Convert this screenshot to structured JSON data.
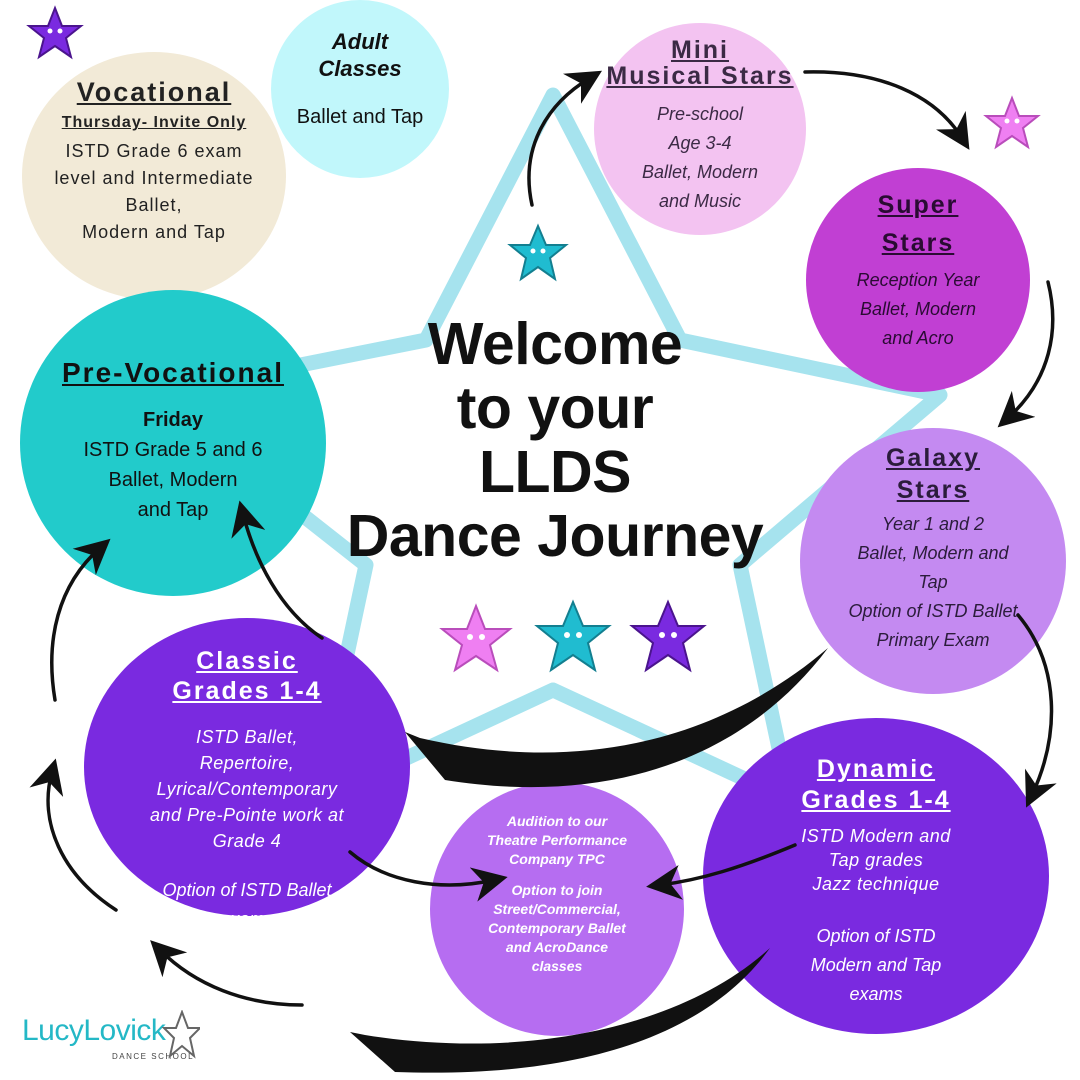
{
  "welcome": {
    "line1": "Welcome",
    "line2": "to your",
    "line3": "LLDS",
    "line4": "Dance Journey"
  },
  "adult": {
    "title_line1": "Adult",
    "title_line2": "Classes",
    "text": "Ballet and Tap"
  },
  "vocational": {
    "title": "Vocational",
    "subtitle": "Thursday- Invite Only",
    "lines": [
      "ISTD Grade 6 exam",
      "level and Intermediate",
      "Ballet,",
      "Modern and Tap"
    ]
  },
  "mini": {
    "title_line1": "Mini",
    "title_line2": "Musical Stars",
    "lines": [
      "Pre-school",
      "Age 3-4",
      "Ballet, Modern",
      "and Music"
    ]
  },
  "super": {
    "title_line1": "Super",
    "title_line2": "Stars",
    "lines": [
      "Reception Year",
      "Ballet, Modern",
      "and Acro"
    ]
  },
  "galaxy": {
    "title_line1": "Galaxy",
    "title_line2": "Stars",
    "lines": [
      "Year 1 and 2",
      "Ballet, Modern and",
      "Tap",
      "Option of ISTD Ballet",
      "Primary Exam"
    ]
  },
  "dynamic": {
    "title_line1": "Dynamic",
    "title_line2": "Grades 1-4",
    "lines": [
      "ISTD Modern and",
      "Tap grades",
      "Jazz technique"
    ],
    "option_lines": [
      "Option of ISTD",
      "Modern and Tap",
      "exams"
    ]
  },
  "classic": {
    "title_line1": "Classic",
    "title_line2": "Grades 1-4",
    "lines": [
      "ISTD Ballet,",
      "Repertoire,",
      "Lyrical/Contemporary",
      "and Pre-Pointe work at",
      "Grade 4"
    ],
    "option_lines": [
      "Option of ISTD Ballet",
      "exams"
    ]
  },
  "prevoc": {
    "title": "Pre-Vocational",
    "day": "Friday",
    "lines": [
      "ISTD Grade 5 and 6",
      "Ballet, Modern",
      "and Tap"
    ]
  },
  "tpc": {
    "lines1": [
      "Audition to our",
      "Theatre Performance",
      "Company TPC"
    ],
    "lines2": [
      "Option to join",
      "Street/Commercial,",
      "Contemporary Ballet",
      "and AcroDance",
      "classes"
    ]
  },
  "logo": {
    "name": "LucyLovick",
    "sub": "DANCE SCHOOL"
  },
  "colors": {
    "star_outline": "#a6e3ee",
    "adult": "#c1f7fb",
    "vocational": "#f2ead7",
    "mini": "#f3c3f1",
    "super": "#c13fd3",
    "galaxy": "#c48af1",
    "dynamic": "#7a2ae0",
    "classic": "#7a2ae0",
    "prevoc": "#22cbcb",
    "tpc": "#b66df1",
    "brand": "#24b8c6"
  }
}
